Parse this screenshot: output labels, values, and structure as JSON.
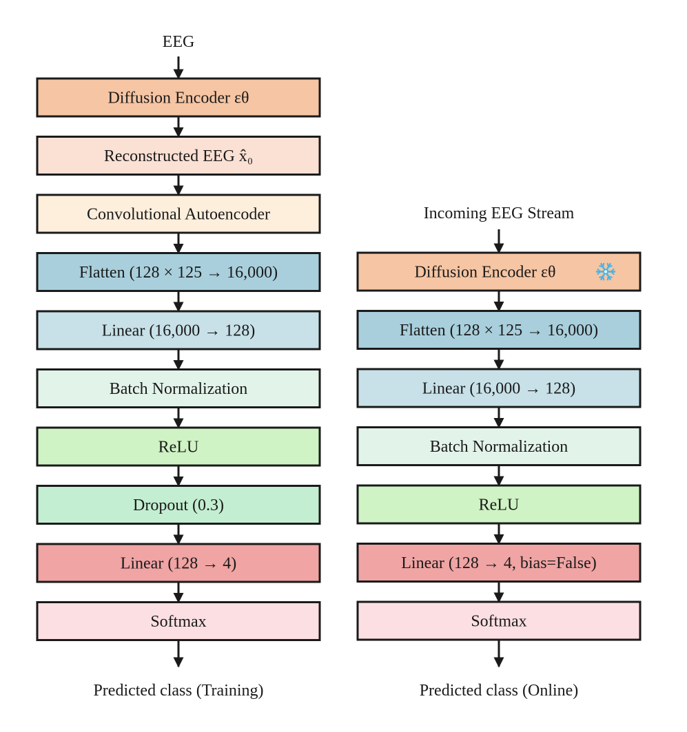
{
  "left_pipeline": {
    "input_label": "EEG",
    "output_label": "Predicted class (Training)",
    "blocks": [
      {
        "label": "Diffusion Encoder εθ",
        "fill": "#f6c5a3"
      },
      {
        "label": "Reconstructed EEG  x̂₀",
        "fill": "#fbe0d4"
      },
      {
        "label": "Convolutional Autoencoder",
        "fill": "#fdefdc"
      },
      {
        "label": "Flatten (128 × 125 → 16,000)",
        "fill": "#a9cfdc"
      },
      {
        "label": "Linear (16,000 → 128)",
        "fill": "#c8e1e8"
      },
      {
        "label": "Batch Normalization",
        "fill": "#e2f3ea"
      },
      {
        "label": "ReLU",
        "fill": "#cff3c4"
      },
      {
        "label": "Dropout (0.3)",
        "fill": "#c3eed1"
      },
      {
        "label": "Linear (128 → 4)",
        "fill": "#f0a4a4"
      },
      {
        "label": "Softmax",
        "fill": "#fcdfe2"
      }
    ]
  },
  "right_pipeline": {
    "input_label": "Incoming EEG Stream",
    "output_label": "Predicted class (Online)",
    "blocks": [
      {
        "label": "Diffusion Encoder εθ",
        "fill": "#f6c5a3",
        "icon": "snowflake-icon"
      },
      {
        "label": "Flatten (128 × 125 → 16,000)",
        "fill": "#a9cfdc"
      },
      {
        "label": "Linear (16,000 → 128)",
        "fill": "#c8e1e8"
      },
      {
        "label": "Batch Normalization",
        "fill": "#e2f3ea"
      },
      {
        "label": "ReLU",
        "fill": "#cff3c4"
      },
      {
        "label": "Linear (128 → 4, bias=False)",
        "fill": "#f0a4a4"
      },
      {
        "label": "Softmax",
        "fill": "#fcdfe2"
      }
    ]
  },
  "colors": {
    "stroke": "#1a1a1a",
    "snowflake": "#49b4e3"
  }
}
